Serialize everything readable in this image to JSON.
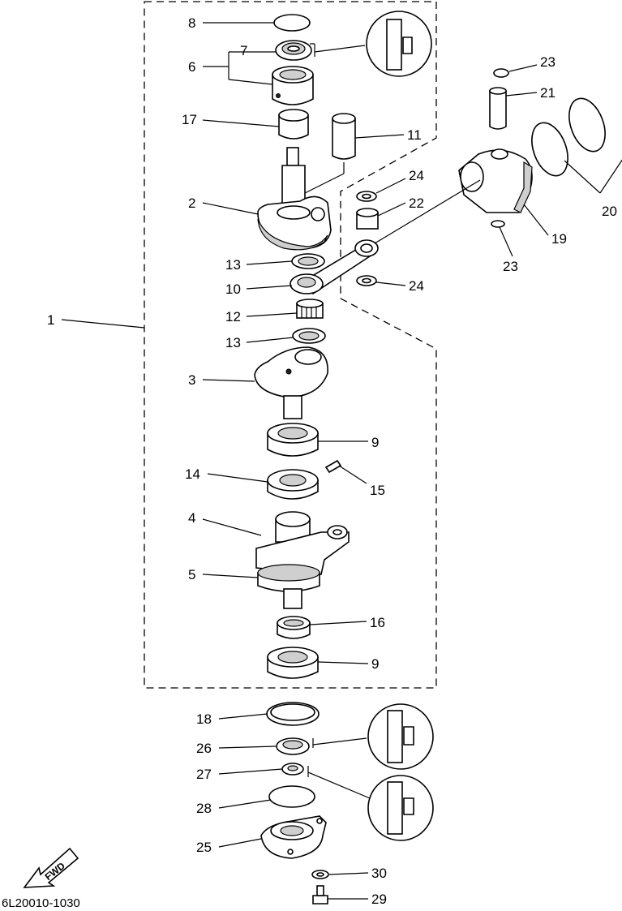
{
  "diagram": {
    "drawing_code": "6L20010-1030",
    "fwd_label": "FWD",
    "callouts": {
      "c1": "1",
      "c2": "2",
      "c3": "3",
      "c4": "4",
      "c5": "5",
      "c6": "6",
      "c7": "7",
      "c8": "8",
      "c9a": "9",
      "c9b": "9",
      "c10": "10",
      "c11": "11",
      "c12": "12",
      "c13a": "13",
      "c13b": "13",
      "c14": "14",
      "c15": "15",
      "c16": "16",
      "c17": "17",
      "c18": "18",
      "c19": "19",
      "c20": "20",
      "c21": "21",
      "c22": "22",
      "c23a": "23",
      "c23b": "23",
      "c24a": "24",
      "c24b": "24",
      "c25": "25",
      "c26": "26",
      "c27": "27",
      "c28": "28",
      "c29": "29",
      "c30": "30"
    },
    "colors": {
      "line": "#000000",
      "background": "#ffffff",
      "shade": "#cfcfcf"
    }
  }
}
